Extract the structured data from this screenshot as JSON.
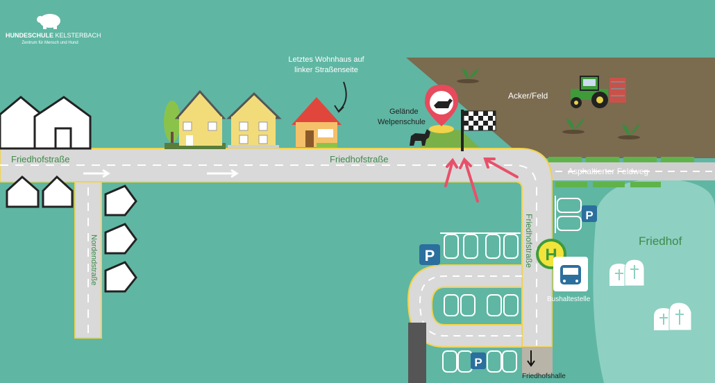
{
  "brand": {
    "name_bold": "HUNDESCHULE",
    "name_light": "KELSTERBACH",
    "tagline": "Zentrum für Mensch und Hund",
    "logo_icon": "turtle-icon"
  },
  "labels": {
    "friedhofstrasse_west": "Friedhofstraße",
    "friedhofstrasse_center": "Friedhofstraße",
    "friedhofstrasse_vertical": "Friedhofstraße",
    "nordendstrasse": "Nordendstraße",
    "asphalt_feldweg": "Asphaltierter Feldweg",
    "acker": "Acker/Feld",
    "friedhof": "Friedhof",
    "bushaltestelle": "Bushaltestelle",
    "friedhofshalle": "Friedhofshalle",
    "gelaende_line1": "Gelände",
    "gelaende_line2": "Welpenschule",
    "letztes_line1": "Letztes Wohnhaus auf",
    "letztes_line2": "linker Straßenseite"
  },
  "symbols": {
    "parking": "P",
    "bus_stop": "H"
  },
  "colors": {
    "background": "#5fb6a3",
    "road": "#d9d9d9",
    "road_edge": "#f2d34a",
    "field": "#7b6b4f",
    "cemetery": "#8ed0c2",
    "parking_blue": "#2b6f9e",
    "arrow_red": "#e8506a",
    "text_green": "#3d8a49",
    "pin_red": "#e64a5c"
  }
}
